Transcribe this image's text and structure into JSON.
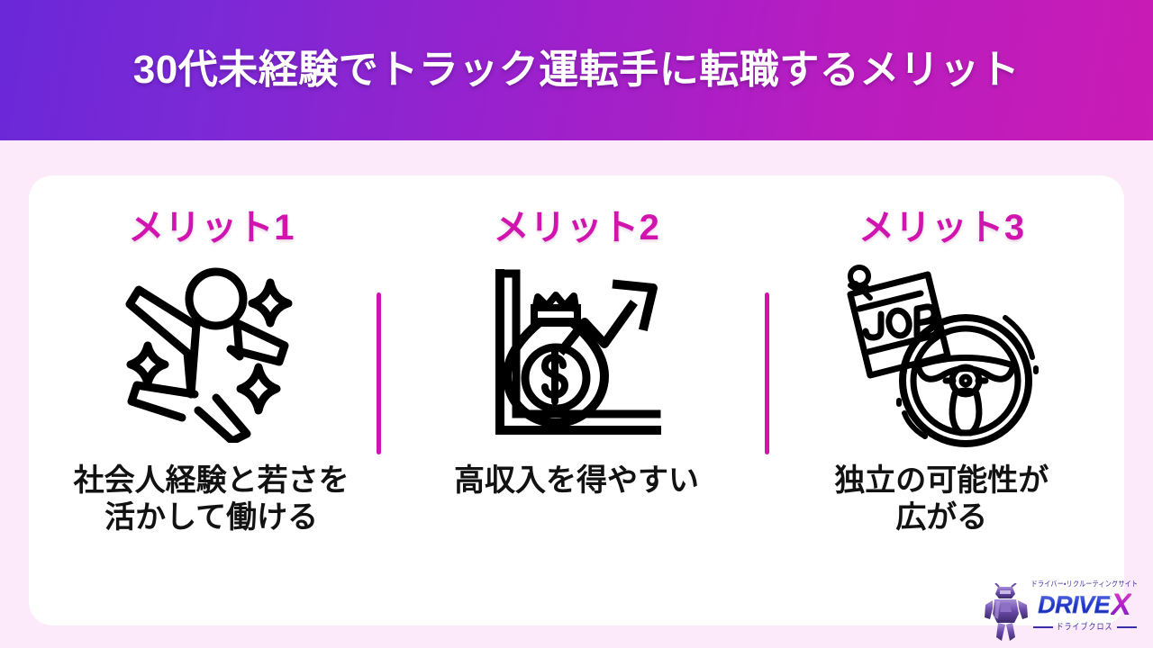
{
  "header": {
    "title": "30代未経験でトラック運転手に転職するメリット",
    "gradient_from": "#6a28d8",
    "gradient_to": "#c91bb5",
    "text_color": "#ffffff"
  },
  "page": {
    "background_color": "#fce9fa",
    "card_background": "#ffffff",
    "accent_color": "#d114ae",
    "body_text_color": "#121212"
  },
  "merits": [
    {
      "heading": "メリット1",
      "icon": "jumping-person-sparkles-icon",
      "caption": "社会人経験と若さを\n活かして働ける"
    },
    {
      "heading": "メリット2",
      "icon": "money-bag-growth-chart-icon",
      "caption": "高収入を得やすい"
    },
    {
      "heading": "メリット3",
      "icon": "job-note-steering-wheel-icon",
      "caption": "独立の可能性が\n広がる"
    }
  ],
  "logo": {
    "kana_top": "ドライバー・リクルーティングサイト",
    "brand_primary": "DRIVE",
    "brand_accent": "X",
    "kana_bottom": "ドライブクロス",
    "primary_color": "#2439c9",
    "accent_color": "#b020c8"
  }
}
